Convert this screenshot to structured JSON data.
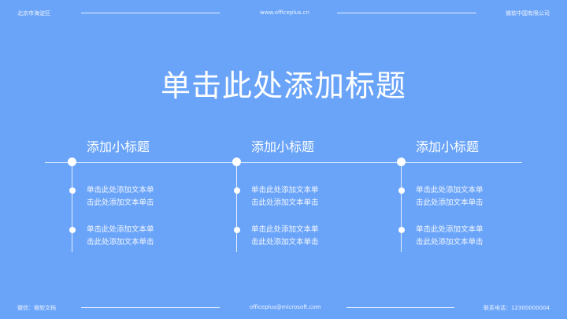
{
  "header": {
    "left": "北京市海淀区",
    "center": "www.officeplus.cn",
    "right": "微软中国有限公司"
  },
  "footer": {
    "left": "微信：微软文档",
    "center": "officeplus@microsoft.com",
    "right": "联系电话：12300000004"
  },
  "title": "单击此处添加标题",
  "columns": [
    {
      "subtitle": "添加小标题",
      "items": [
        {
          "line1": "单击此处添加文本单",
          "line2": "击此处添加文本单击"
        },
        {
          "line1": "单击此处添加文本单",
          "line2": "击此处添加文本单击"
        }
      ]
    },
    {
      "subtitle": "添加小标题",
      "items": [
        {
          "line1": "单击此处添加文本单",
          "line2": "击此处添加文本单击"
        },
        {
          "line1": "单击此处添加文本单",
          "line2": "击此处添加文本单击"
        }
      ]
    },
    {
      "subtitle": "添加小标题",
      "items": [
        {
          "line1": "单击此处添加文本单",
          "line2": "击此处添加文本单击"
        },
        {
          "line1": "单击此处添加文本单",
          "line2": "击此处添加文本单击"
        }
      ]
    }
  ],
  "colors": {
    "background": "#6aa4f9",
    "foreground": "#ffffff"
  }
}
